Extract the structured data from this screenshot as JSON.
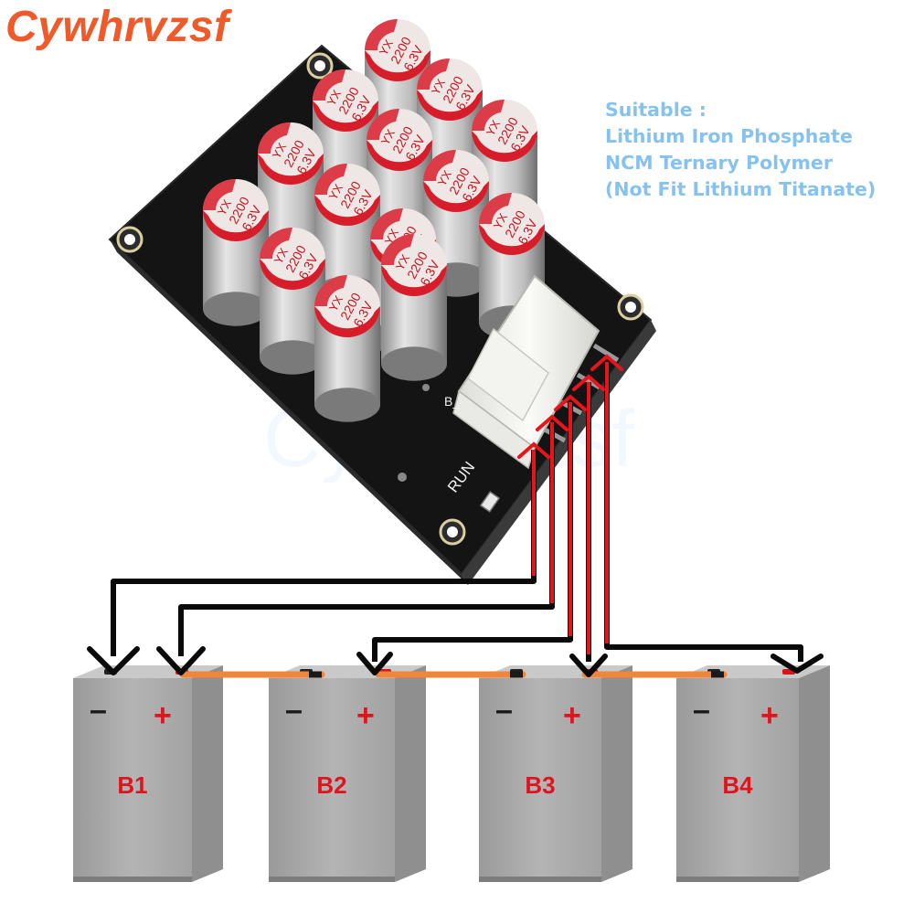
{
  "brand": {
    "text": "Cywhrvzsf",
    "color": "#ef5a2a"
  },
  "watermark": {
    "text": "Cywhrvzsf"
  },
  "note": {
    "lines": [
      "Suitable :",
      "Lithium Iron Phosphate",
      "NCM Ternary Polymer",
      "(Not Fit Lithium Titanate)"
    ],
    "color": "#86c2ee"
  },
  "board": {
    "capacitor_text": {
      "brand": "YX",
      "capacitance": "2200",
      "voltage": "6.3V"
    },
    "label_run": "RUN",
    "label_b": "B_",
    "pcb_color": "#141414",
    "cap_top_color": "#d81d2a"
  },
  "batteries": [
    {
      "label": "B1",
      "neg": "-",
      "pos": "+"
    },
    {
      "label": "B2",
      "neg": "-",
      "pos": "+"
    },
    {
      "label": "B3",
      "neg": "-",
      "pos": "+"
    },
    {
      "label": "B4",
      "neg": "-",
      "pos": "+"
    }
  ],
  "colors": {
    "battery_label": "#e0141e",
    "terminal_sign": "#e0141e",
    "wire_black": "#0a0a0a",
    "wire_red": "#e8141c",
    "link_bar": "#f0863c",
    "battery_body": "#a9a9a9"
  }
}
